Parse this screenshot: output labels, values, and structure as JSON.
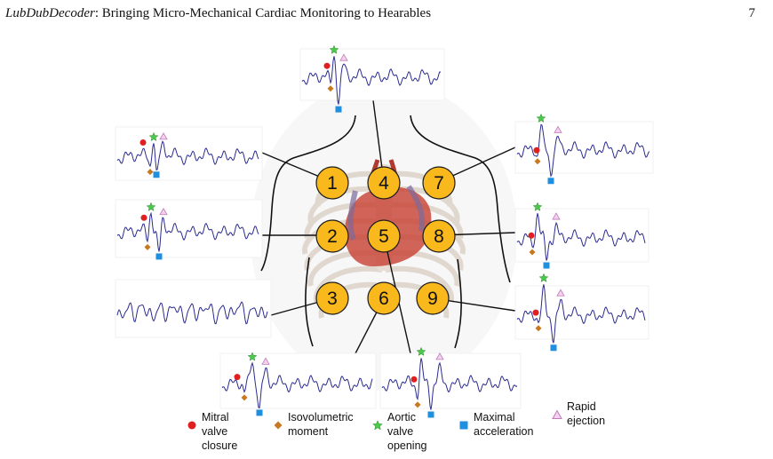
{
  "header": {
    "title_italic": "LubDubDecoder",
    "title_rest": ": Bringing Micro-Mechanical Cardiac Monitoring to Hearables",
    "page_number": "7"
  },
  "figure": {
    "positions": [
      "1",
      "2",
      "3",
      "4",
      "5",
      "6",
      "7",
      "8",
      "9"
    ],
    "colors": {
      "circle_fill": "#f9b81b",
      "circle_stroke": "#1a1a1a",
      "waveform": "#2b2b8f",
      "mitral": "#e02020",
      "isovolumetric": "#c8781e",
      "aortic": "#4cc94c",
      "maximal": "#1f8fe0",
      "rapid": "#e8a8e0"
    }
  },
  "legend": [
    {
      "key": "mitral",
      "label": "Mitral valve\nclosure",
      "icon": "red-circle-icon"
    },
    {
      "key": "isovolumetric",
      "label": "Isovolumetric\nmoment",
      "icon": "orange-diamond-icon"
    },
    {
      "key": "aortic",
      "label": "Aortic valve\nopening",
      "icon": "green-star-icon"
    },
    {
      "key": "maximal",
      "label": "Maximal\nacceleration",
      "icon": "blue-square-icon"
    },
    {
      "key": "rapid",
      "label": "Rapid\nejection",
      "icon": "pink-triangle-icon"
    }
  ]
}
